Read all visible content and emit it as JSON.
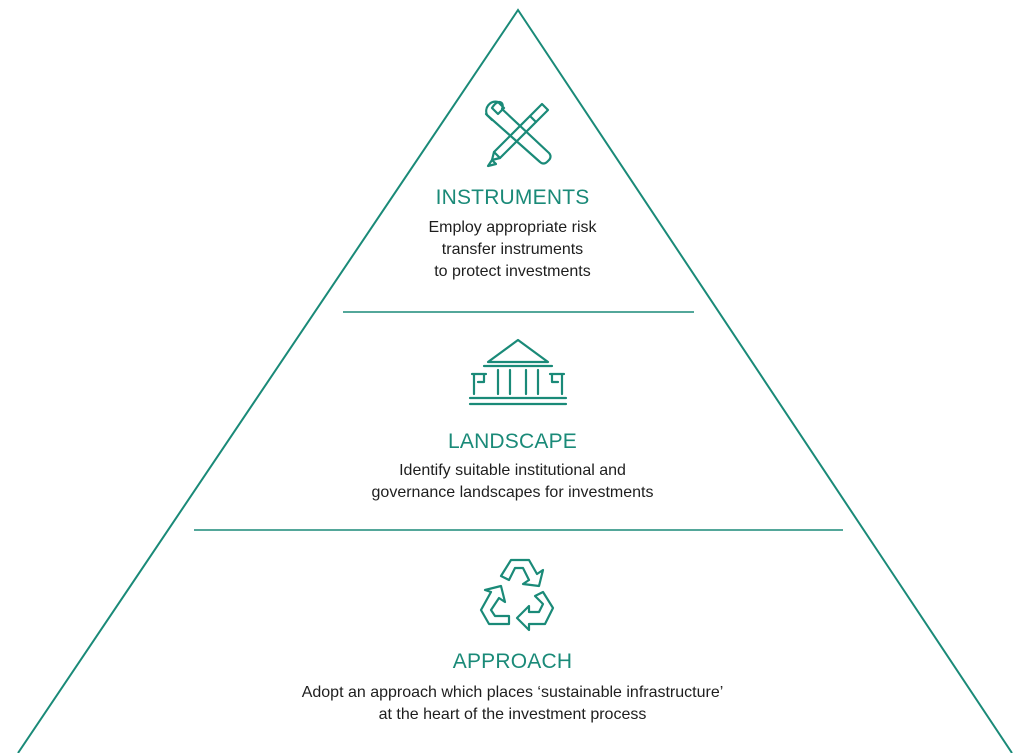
{
  "colors": {
    "accent": "#1a8a78",
    "text": "#1e1e1e",
    "background": "#ffffff"
  },
  "tiers": [
    {
      "icon": "tools-icon",
      "title": "INSTRUMENTS",
      "description_lines": [
        "Employ appropriate risk",
        "transfer instruments",
        "to protect investments"
      ]
    },
    {
      "icon": "institution-building-icon",
      "title": "LANDSCAPE",
      "description_lines": [
        "Identify suitable institutional and",
        "governance landscapes for investments"
      ]
    },
    {
      "icon": "recycle-icon",
      "title": "APPROACH",
      "description_lines": [
        "Adopt an approach which places ‘sustainable infrastructure’",
        "at the heart of the investment process"
      ]
    }
  ]
}
